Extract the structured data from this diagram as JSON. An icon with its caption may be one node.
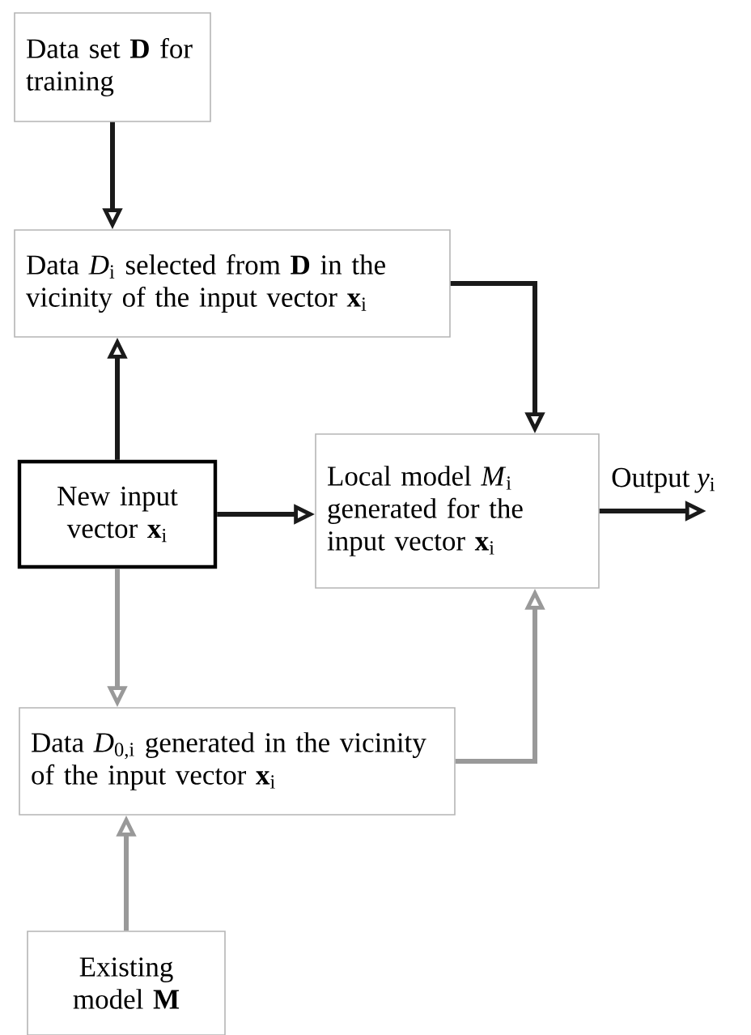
{
  "diagram": {
    "nodes": [
      {
        "text": [
          "Data set **D** for training"
        ]
      },
      {
        "text": [
          "Data *D*$_{i}$ selected from **D** in the vicinity of the input vector **x**$_{i}$"
        ]
      },
      {
        "text": [
          "New input vector **x**$_{i}$"
        ]
      },
      {
        "text": [
          "Local model *M*$_{i}$ generated for the input vector **x**$_{i}$"
        ]
      },
      {
        "text": [
          "Data *D*$_{0,i}$ generated in the vicinity of the input vector **x**$_{i}$"
        ]
      },
      {
        "text": [
          "Existing model **M**"
        ]
      }
    ],
    "edges": [
      {
        "from": 0,
        "to": 1,
        "arrow": "to"
      },
      {
        "from": 2,
        "to": 1,
        "arrow": "to"
      },
      {
        "from": 1,
        "to": 3,
        "arrow": "to"
      },
      {
        "from": 2,
        "to": 3,
        "arrow": "to"
      },
      {
        "from": 3,
        "to": null,
        "arrow": "to",
        "label": "Output *y*$_{i}$"
      },
      {
        "from": 2,
        "to": 4,
        "arrow": "to",
        "color": "#999999"
      },
      {
        "from": 4,
        "to": 3,
        "arrow": "to",
        "color": "#999999"
      },
      {
        "from": 5,
        "to": 4,
        "arrow": "to",
        "color": "#999999"
      }
    ]
  }
}
